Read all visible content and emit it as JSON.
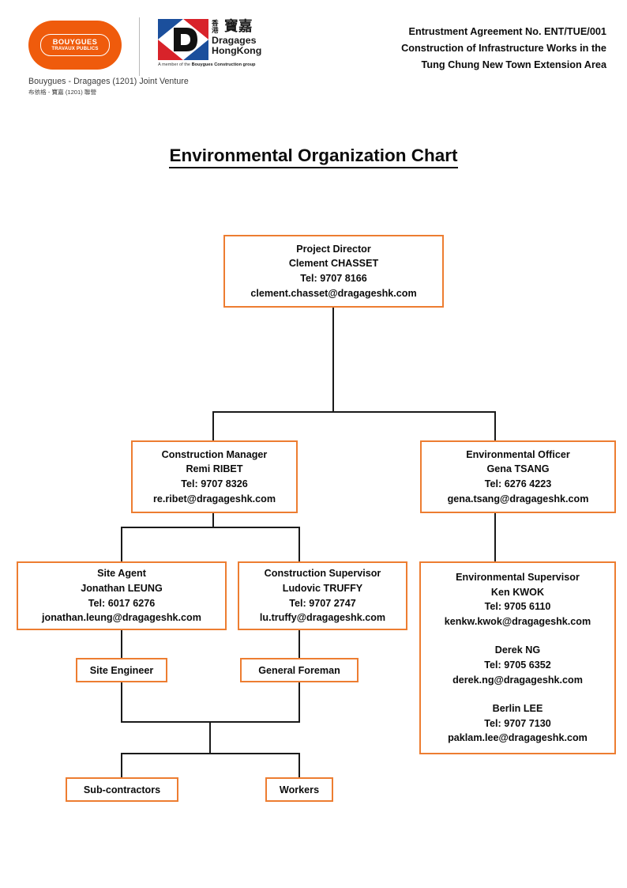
{
  "header": {
    "bouygues_logo": {
      "name": "BOUYGUES",
      "sub": "TRAVAUX PUBLICS"
    },
    "dragages_logo": {
      "zh_small": "香港",
      "zh_big": "寶嘉",
      "name_line1": "Dragages",
      "name_line2": "HongKong",
      "member_prefix": "A member of the ",
      "member_bold": "Bouygues Construction group"
    },
    "jv_name": "Bouygues - Dragages (1201) Joint Venture",
    "jv_name_zh": "布依格 - 寶嘉 (1201) 聯營",
    "agreement_line1": "Entrustment Agreement No. ENT/TUE/001",
    "agreement_line2": "Construction of Infrastructure Works in the",
    "agreement_line3": "Tung Chung New Town Extension Area"
  },
  "title": "Environmental Organization Chart",
  "colors": {
    "box_border": "#ED7D31",
    "connector": "#1A1A1A",
    "bouygues_orange": "#EF5B0C",
    "dragages_blue": "#1B4F9C",
    "dragages_red": "#D8232A",
    "text": "#0C0C0C"
  },
  "nodes": {
    "project_director": {
      "role": "Project Director",
      "name": "Clement CHASSET",
      "tel": "Tel: 9707 8166",
      "email": "clement.chasset@dragageshk.com"
    },
    "construction_manager": {
      "role": "Construction Manager",
      "name": "Remi RIBET",
      "tel": "Tel: 9707 8326",
      "email": "re.ribet@dragageshk.com"
    },
    "environmental_officer": {
      "role": "Environmental Officer",
      "name": "Gena TSANG",
      "tel": "Tel: 6276 4223",
      "email": "gena.tsang@dragageshk.com"
    },
    "site_agent": {
      "role": "Site Agent",
      "name": "Jonathan LEUNG",
      "tel": "Tel: 6017 6276",
      "email": "jonathan.leung@dragageshk.com"
    },
    "construction_supervisor": {
      "role": "Construction Supervisor",
      "name": "Ludovic TRUFFY",
      "tel": "Tel: 9707 2747",
      "email": "lu.truffy@dragageshk.com"
    },
    "environmental_supervisor": {
      "role": "Environmental Supervisor",
      "name": "Ken KWOK",
      "tel": "Tel: 9705 6110",
      "email": "kenkw.kwok@dragageshk.com",
      "name2": "Derek NG",
      "tel2": "Tel: 9705 6352",
      "email2": "derek.ng@dragageshk.com",
      "name3": "Berlin LEE",
      "tel3": "Tel: 9707 7130",
      "email3": "paklam.lee@dragageshk.com"
    },
    "site_engineer": {
      "label": "Site Engineer"
    },
    "general_foreman": {
      "label": "General Foreman"
    },
    "subcontractors": {
      "label": "Sub-contractors"
    },
    "workers": {
      "label": "Workers"
    }
  }
}
